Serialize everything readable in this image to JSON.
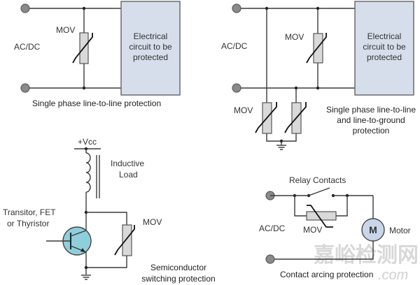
{
  "diagram": {
    "colors": {
      "wire": "#3a3a3a",
      "terminal": "#8a8a8a",
      "mov_body": "#d9d9d9",
      "circuit_box": "#d6deeb",
      "transistor": "#8fcfdc",
      "motor": "#c9d6ea"
    },
    "panel1": {
      "source_label": "AC/DC",
      "mov_label": "MOV",
      "box_lines": [
        "Electrical",
        "circuit to be",
        "protected"
      ],
      "caption": "Single phase line-to-line protection"
    },
    "panel2": {
      "source_label": "AC/DC",
      "mov_label_top": "MOV",
      "mov_label_bottom": "MOV",
      "box_lines": [
        "Electrical",
        "circuit to be",
        "protected"
      ],
      "caption_lines": [
        "Single phase line-to-line",
        "and line-to-ground",
        "protection"
      ]
    },
    "panel3": {
      "supply_label": "+Vcc",
      "load_lines": [
        "Inductive",
        "Load"
      ],
      "switch_lines": [
        "Transitor, FET",
        "or Thyristor"
      ],
      "mov_label": "MOV",
      "caption_lines": [
        "Semiconductor",
        "switching protection"
      ]
    },
    "panel4": {
      "relay_label": "Relay Contacts",
      "source_label": "AC/DC",
      "mov_label": "MOV",
      "motor_symbol": "M",
      "motor_label": "Motor",
      "caption": "Contact arcing protection"
    },
    "watermark": {
      "text": "嘉峪检测网",
      "suffix": ".com"
    }
  }
}
